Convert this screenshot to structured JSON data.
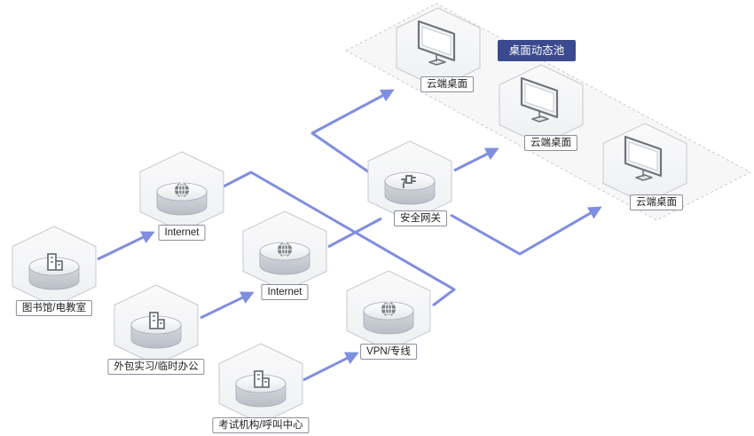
{
  "colors": {
    "connector": "#7f8ee0",
    "pool_title_bg": "#3b4a8f"
  },
  "pool": {
    "title": "桌面动态池"
  },
  "nodes": {
    "library": {
      "label": "图书馆/电教室",
      "icon": "building-icon"
    },
    "outsource": {
      "label": "外包实习/临时办公",
      "icon": "building-icon"
    },
    "exam": {
      "label": "考试机构/呼叫中心",
      "icon": "building-icon"
    },
    "internet1": {
      "label": "Internet",
      "icon": "globe-icon"
    },
    "internet2": {
      "label": "Internet",
      "icon": "globe-icon"
    },
    "vpn": {
      "label": "VPN/专线",
      "icon": "globe-icon"
    },
    "gateway": {
      "label": "安全网关",
      "icon": "plug-icon"
    },
    "desktop1": {
      "label": "云端桌面",
      "icon": "monitor-icon"
    },
    "desktop2": {
      "label": "云端桌面",
      "icon": "monitor-icon"
    },
    "desktop3": {
      "label": "云端桌面",
      "icon": "monitor-icon"
    }
  }
}
